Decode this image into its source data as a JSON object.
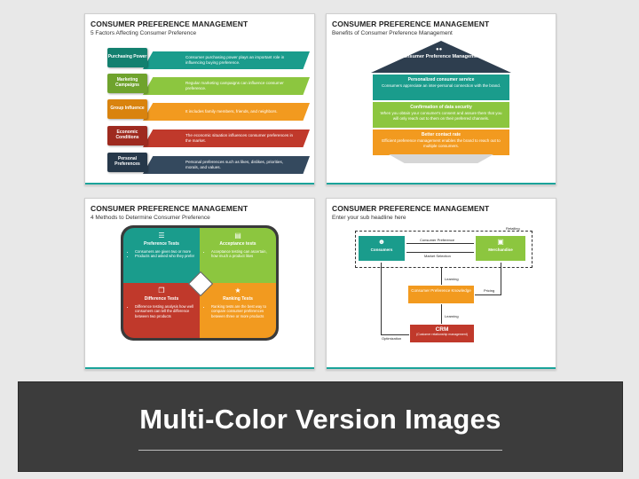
{
  "slides": [
    {
      "title": "CONSUMER PREFERENCE MANAGEMENT",
      "subtitle": "5 Factors Affecting Consumer Preference",
      "factors": [
        {
          "label": "Purchasing Power",
          "text": "Consumer purchasing power plays an important role in influencing buying preference.",
          "color": "#1a9c8c",
          "label_color": "#13806f"
        },
        {
          "label": "Marketing Campaigns",
          "text": "Regular marketing campaigns can influence consumer preference.",
          "color": "#8cc63f",
          "label_color": "#6fa32d"
        },
        {
          "label": "Group Influence",
          "text": "It includes family members, friends, and neighbors.",
          "color": "#f29a1f",
          "label_color": "#d9830e"
        },
        {
          "label": "Economic Conditions",
          "text": "The economic situation influences consumer preferences in the market.",
          "color": "#c0392b",
          "label_color": "#9e2a1f"
        },
        {
          "label": "Personal Preferences",
          "text": "Personal preferences such as likes, dislikes, priorities, morals, and values.",
          "color": "#34495e",
          "label_color": "#26384a"
        }
      ]
    },
    {
      "title": "CONSUMER PREFERENCE MANAGEMENT",
      "subtitle": "Benefits of Consumer Preference Management",
      "roof_label": "Consumer Preference Management",
      "benefits": [
        {
          "title": "Personalized consumer service",
          "text": "Consumers appreciate an inter-personal connection with the brand.",
          "color": "#1a9c8c"
        },
        {
          "title": "Confirmation of data security",
          "text": "When you obtain your consumer's consent and assure them that you will only reach out to them on their preferred channels.",
          "color": "#8cc63f"
        },
        {
          "title": "Better contact rate",
          "text": "Efficient preference management enables the brand to reach out to multiple consumers.",
          "color": "#f29a1f"
        }
      ]
    },
    {
      "title": "CONSUMER PREFERENCE MANAGEMENT",
      "subtitle": "4 Methods to Determine Consumer Preference",
      "methods": [
        {
          "title": "Preference Tests",
          "points": [
            "Consumers are given two or more",
            "Products and asked who they prefer"
          ],
          "color": "#1a9c8c"
        },
        {
          "title": "Acceptance tests",
          "points": [
            "Acceptance testing can ascertain, how much a product likes"
          ],
          "color": "#8cc63f"
        },
        {
          "title": "Difference Tests",
          "points": [
            "Difference testing analysis how well consumers can tell the difference between two products"
          ],
          "color": "#c0392b"
        },
        {
          "title": "Ranking Tests",
          "points": [
            "Ranking tests are the best way to compare consumer preferences between three or more products"
          ],
          "color": "#f29a1f"
        }
      ]
    },
    {
      "title": "CONSUMER PREFERENCE MANAGEMENT",
      "subtitle": "Enter your sub headline here",
      "retailing": "Retailing",
      "consumers": "Consumers",
      "merchandise": "Merchandise",
      "consumer_preference": "Consumer Preference",
      "market_selection": "Market Selection",
      "learning_1": "Learning",
      "knowledge": "Consumer Preference Knowledge",
      "pricing": "Pricing",
      "learning_2": "Learning",
      "crm": "CRM",
      "crm_sub": "(Customer relationship management)",
      "optimization": "Optimization",
      "colors": {
        "teal": "#1a9c8c",
        "green": "#8cc63f",
        "orange": "#f29a1f",
        "red": "#c0392b"
      }
    }
  ],
  "banner": {
    "title": "Multi-Color Version Images",
    "color": "#3c3c3c"
  }
}
